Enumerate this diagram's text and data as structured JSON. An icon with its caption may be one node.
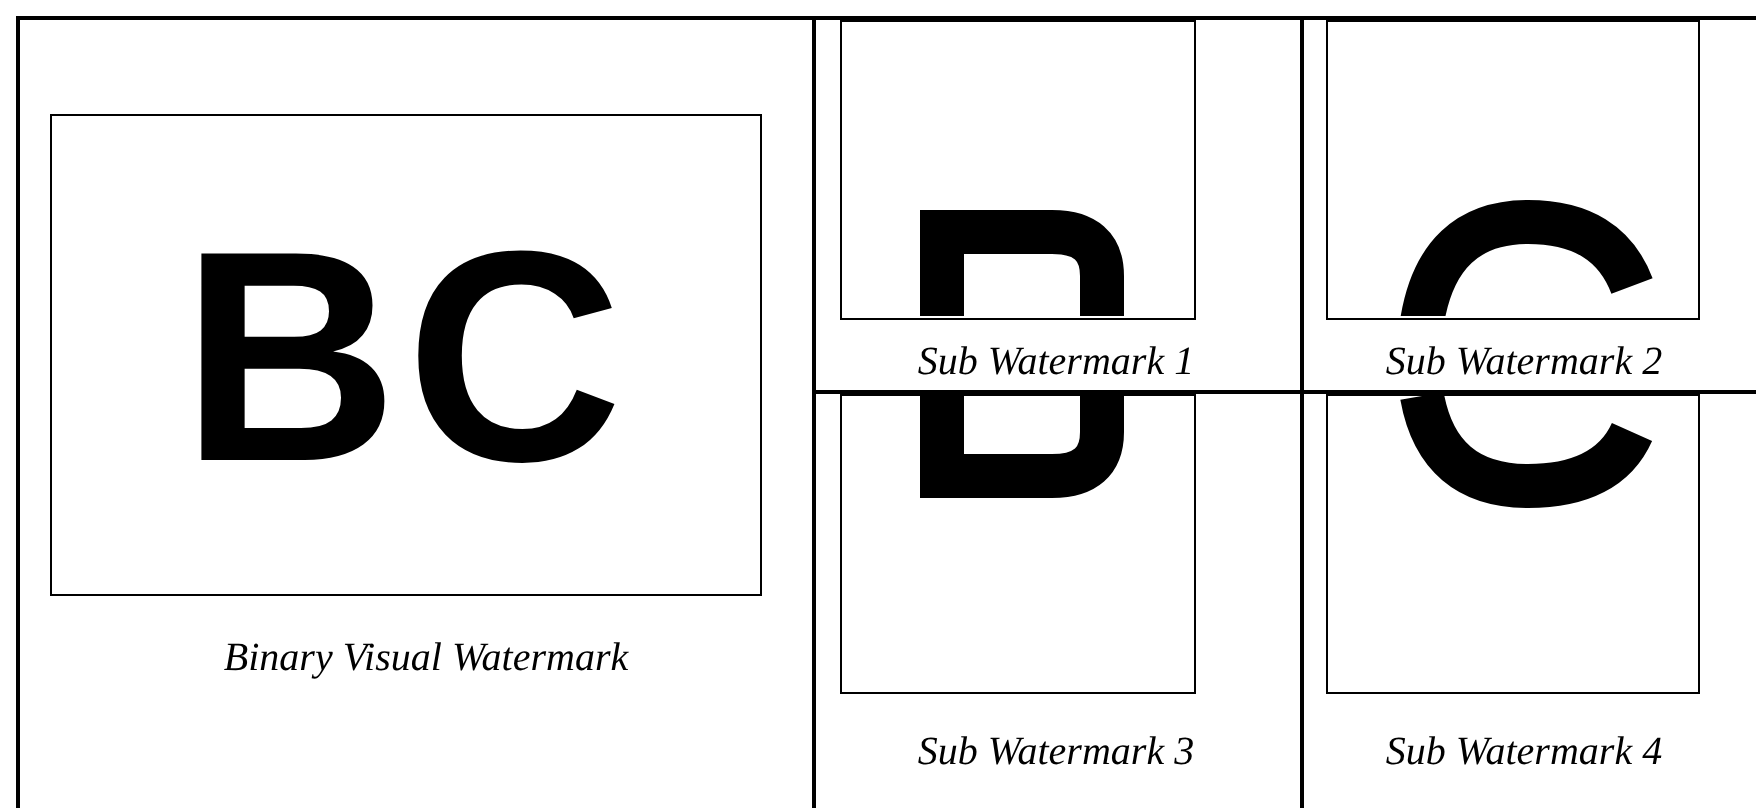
{
  "diagram": {
    "nodes": [
      {
        "text": [
          "BC"
        ],
        "beside": [
          "Binary Visual Watermark"
        ]
      },
      {
        "text": [],
        "shape": "picture",
        "beside": [
          "Sub Watermark 1"
        ]
      },
      {
        "text": [],
        "shape": "picture",
        "beside": [
          "Sub Watermark 2"
        ]
      },
      {
        "text": [],
        "shape": "picture",
        "beside": [
          "Sub Watermark 3"
        ]
      },
      {
        "text": [],
        "shape": "picture",
        "beside": [
          "Sub Watermark 4"
        ]
      }
    ],
    "edges": []
  }
}
